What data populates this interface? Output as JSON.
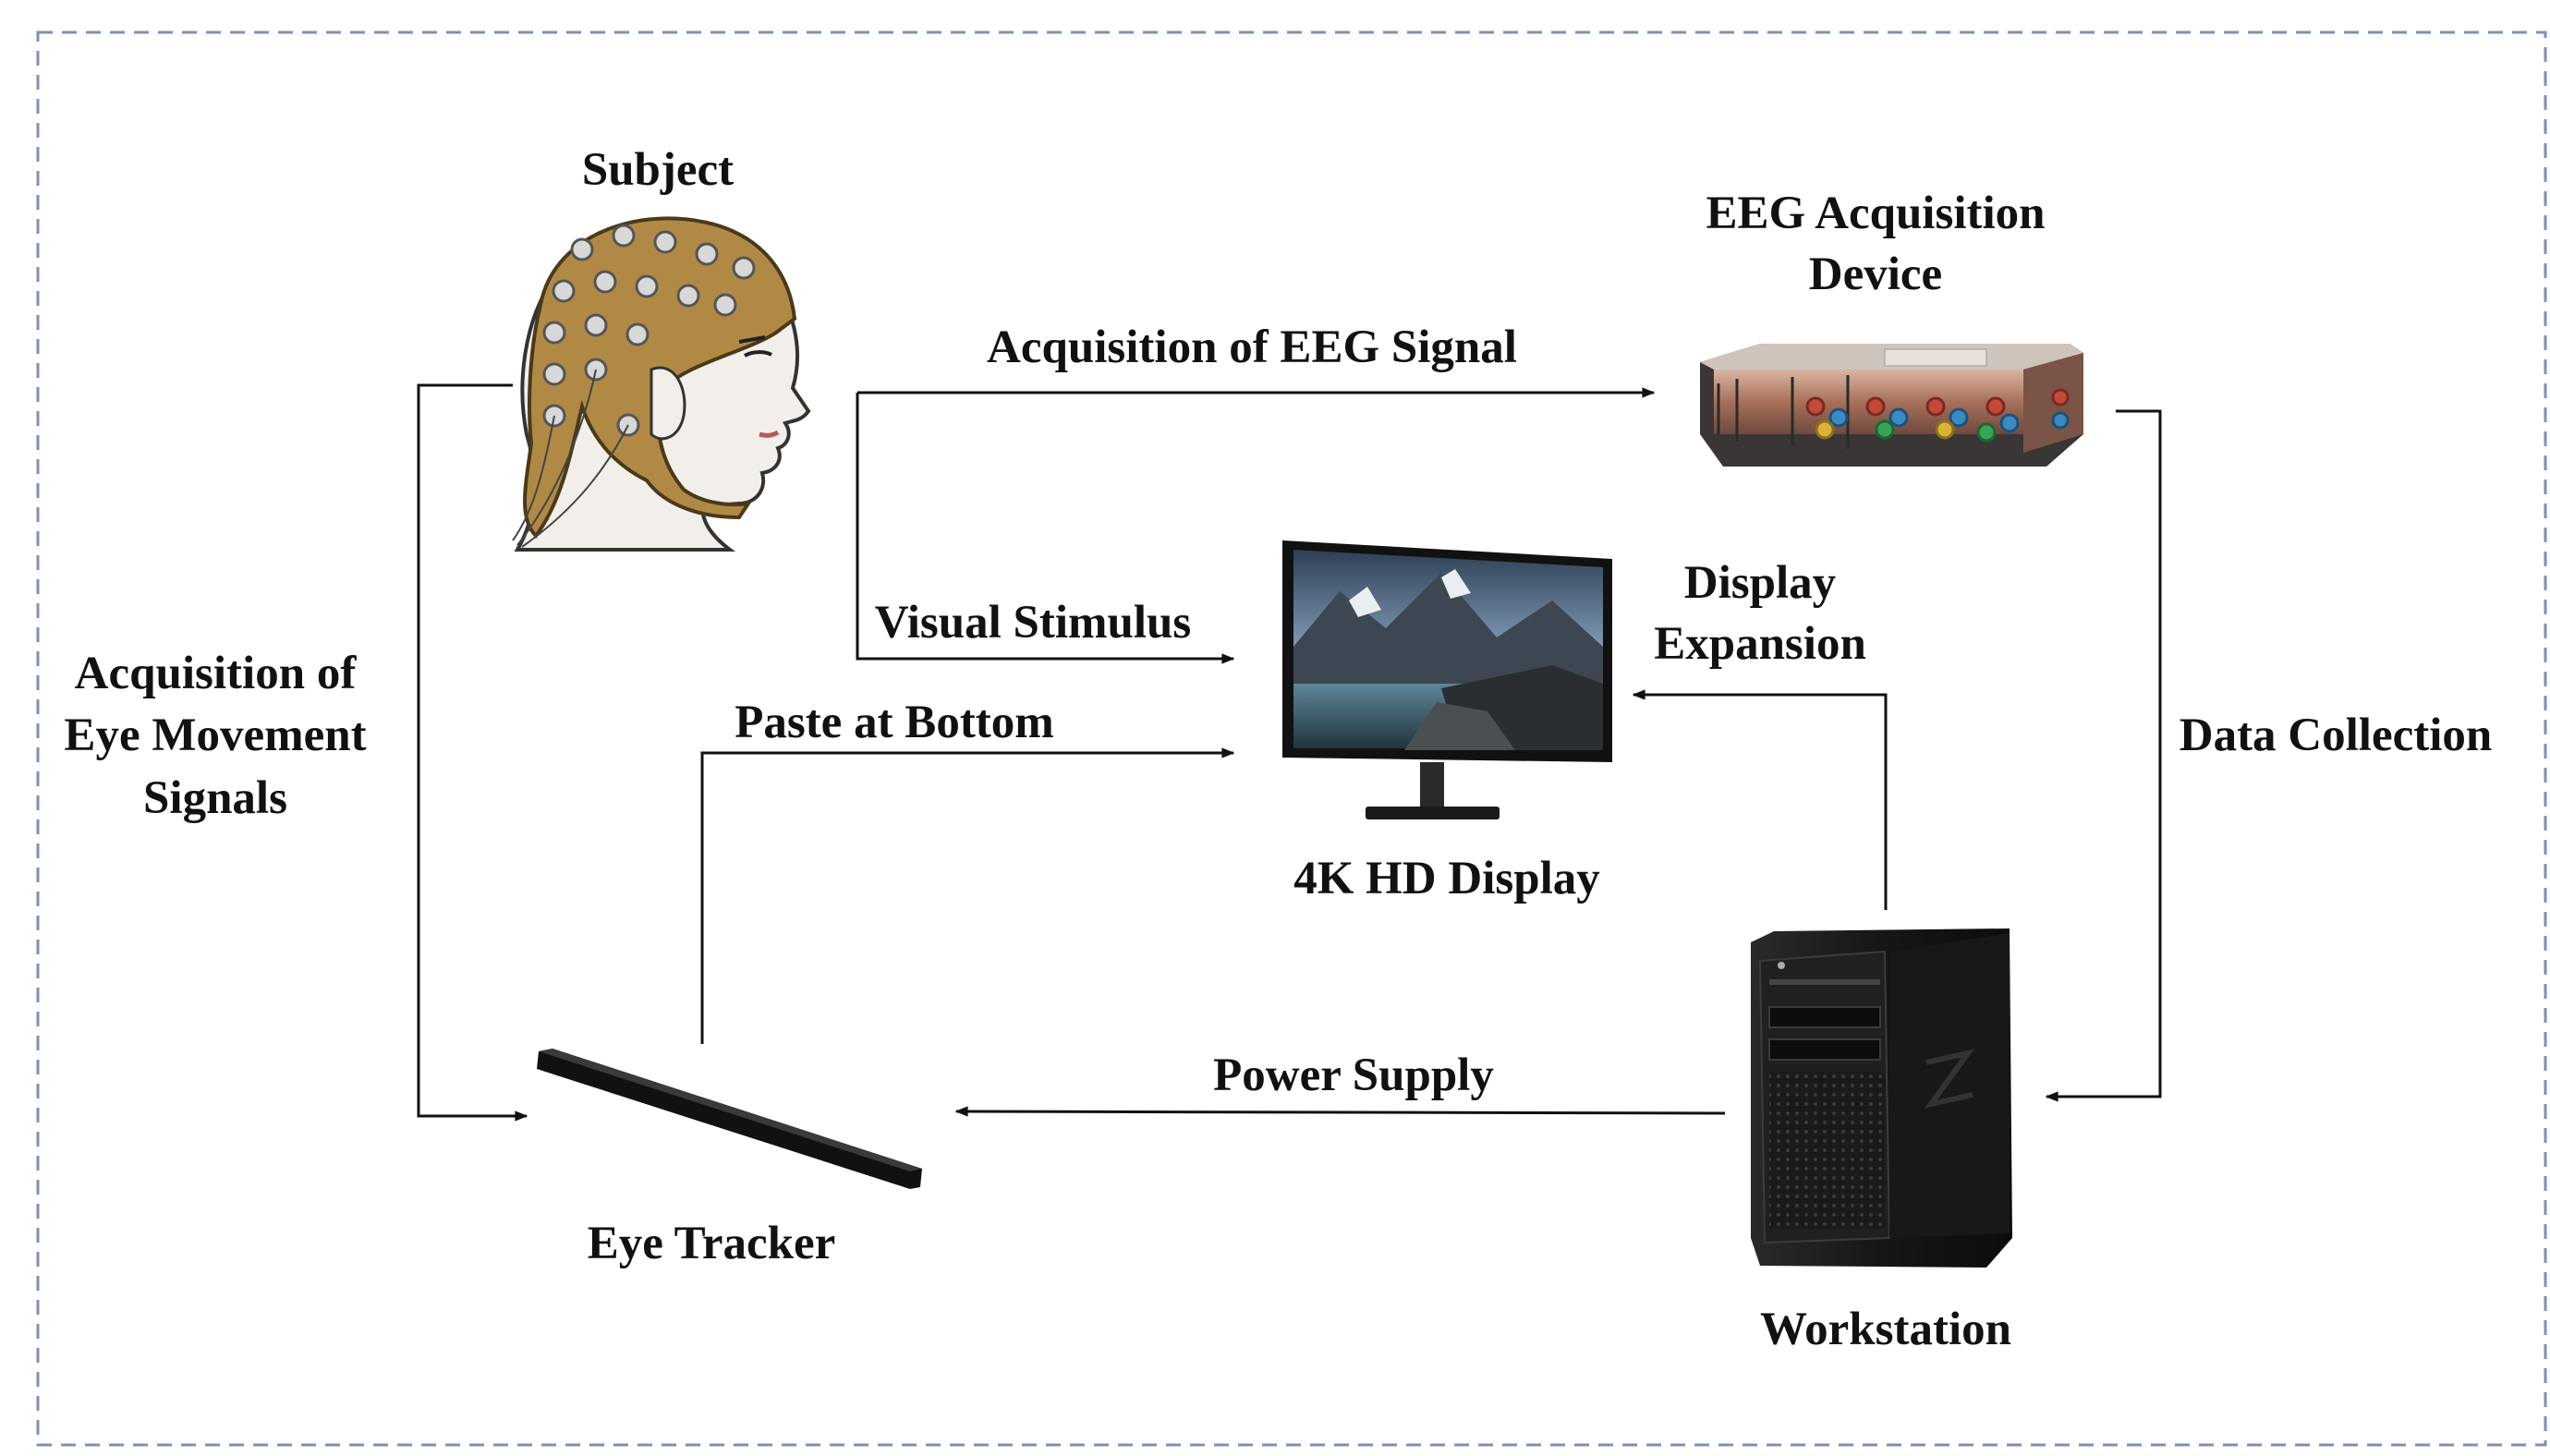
{
  "nodes": {
    "subject": {
      "label": "Subject",
      "icon": "eeg-cap-head-icon"
    },
    "eeg_device": {
      "label_line1": "EEG Acquisition",
      "label_line2": "Device",
      "icon": "eeg-amplifier-icon"
    },
    "display": {
      "label": "4K HD Display",
      "icon": "monitor-icon"
    },
    "eye_tracker": {
      "label": "Eye Tracker",
      "icon": "eye-tracker-bar-icon"
    },
    "workstation": {
      "label": "Workstation",
      "icon": "workstation-tower-icon"
    }
  },
  "edges": {
    "eeg_signal": {
      "label": "Acquisition of EEG Signal",
      "from": "subject",
      "to": "eeg_device"
    },
    "visual_stimulus": {
      "label": "Visual Stimulus",
      "from": "subject",
      "to": "display"
    },
    "paste_bottom": {
      "label": "Paste at Bottom",
      "from": "eye_tracker",
      "to": "display"
    },
    "display_expansion": {
      "label_line1": "Display",
      "label_line2": "Expansion",
      "from": "workstation",
      "to": "display"
    },
    "data_collection": {
      "label": "Data Collection",
      "from": "eeg_device",
      "to": "workstation"
    },
    "power_supply": {
      "label": "Power Supply",
      "from": "workstation",
      "to": "eye_tracker"
    },
    "eye_movement": {
      "label_line1": "Acquisition of",
      "label_line2": "Eye Movement",
      "label_line3": "Signals",
      "from": "subject",
      "to": "eye_tracker"
    }
  },
  "colors": {
    "border": "#7f8fb8",
    "line": "#111111",
    "cap": "#b08a45",
    "skin": "#f2efea",
    "device_body": "#b07a62",
    "device_dark": "#3b3636",
    "workstation": "#1c1c1c",
    "screen_sky": "#4a6a8a",
    "screen_mountain": "#3c4752",
    "screen_water": "#4f7485"
  }
}
